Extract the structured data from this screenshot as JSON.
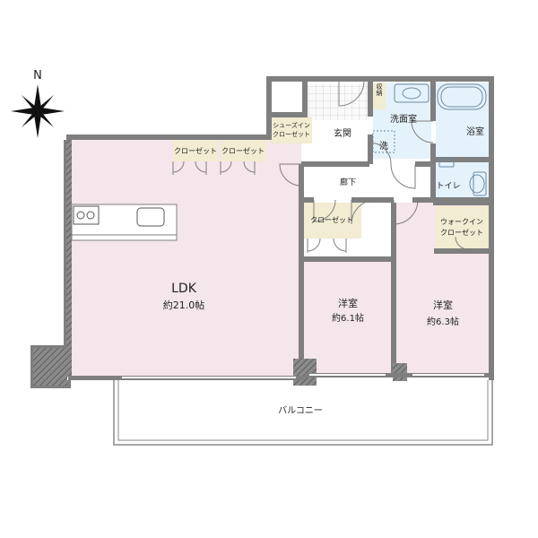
{
  "compass": {
    "north_label": "N"
  },
  "rooms": {
    "ldk": {
      "name": "LDK",
      "size": "約21.0帖"
    },
    "western1": {
      "name": "洋室",
      "size": "約6.1帖"
    },
    "western2": {
      "name": "洋室",
      "size": "約6.3帖"
    },
    "entrance": "玄関",
    "hallway": "廊下",
    "washroom": "洗面室",
    "washer": "洗",
    "bathroom": "浴室",
    "toilet": "トイレ",
    "storage": "収納",
    "balcony": "バルコニー"
  },
  "closets": {
    "closet_a": "クローゼット",
    "closet_b": "クローゼット",
    "closet_c": "クローゼット",
    "shoes_in_line1": "シューズイン",
    "shoes_in_line2": "クローゼット",
    "walk_in_line1": "ウォークイン",
    "walk_in_line2": "クローゼット"
  },
  "colors": {
    "floor_living": "#f4e6ea",
    "floor_wet": "#e4f2fb",
    "floor_closet": "#f1ecd2",
    "wall": "#7f7f7f",
    "floor_hall": "#ffffff"
  }
}
